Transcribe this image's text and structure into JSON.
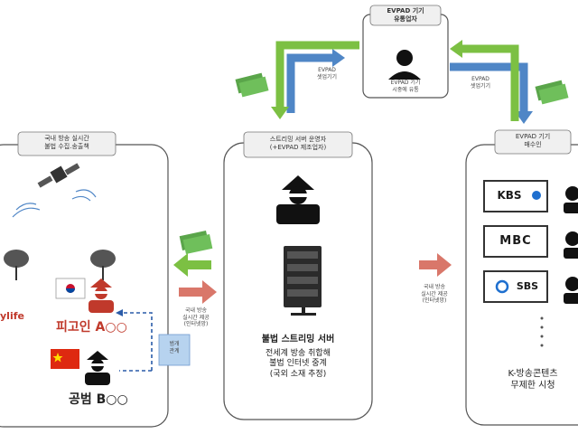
{
  "seller": {
    "label_line1": "EVPAD 기기",
    "label_line2": "유통업자",
    "caption_line1": "EVPAD 기기",
    "caption_line2": "시중에 유통"
  },
  "arrows": {
    "top_left_line1": "EVPAD",
    "top_left_line2": "셋업기기",
    "top_right_line1": "EVPAD",
    "top_right_line2": "셋업기기"
  },
  "left_panel": {
    "header_line1": "국내 방송 실시간",
    "header_line2": "불법 수집.송출책",
    "partial_text": "ylife",
    "suspect_a": "피고인 A○○",
    "suspect_b": "공범 B○○",
    "relation_line1": "범개",
    "relation_line2": "관계",
    "stream_line1": "국내 방송",
    "stream_line2": "실시간 제공",
    "stream_line3": "(인터넷망)"
  },
  "center_panel": {
    "header_line1": "스트리밍 서버 운영자",
    "header_line2": "(+EVPAD 제조업자)",
    "title": "불법 스트리밍 서버",
    "desc_line1": "전세계 방송 취합해",
    "desc_line2": "불법 인터넷 중계",
    "desc_line3": "(국외 소재 추정)"
  },
  "middle_arrow": {
    "line1": "국내 방송",
    "line2": "실시간 제공",
    "line3": "(인터넷망)"
  },
  "right_panel": {
    "header_line1": "EVPAD 기기",
    "header_line2": "매수인",
    "broadcasters": [
      "KBS",
      "MBC",
      "SBS"
    ],
    "footer_line1": "K-방송콘텐츠",
    "footer_line2": "무제한 시청"
  },
  "colors": {
    "green_arrow": "#7cc043",
    "blue_arrow": "#4f86c6",
    "red_arrow": "#d9776a",
    "money": "#5aa54a"
  }
}
